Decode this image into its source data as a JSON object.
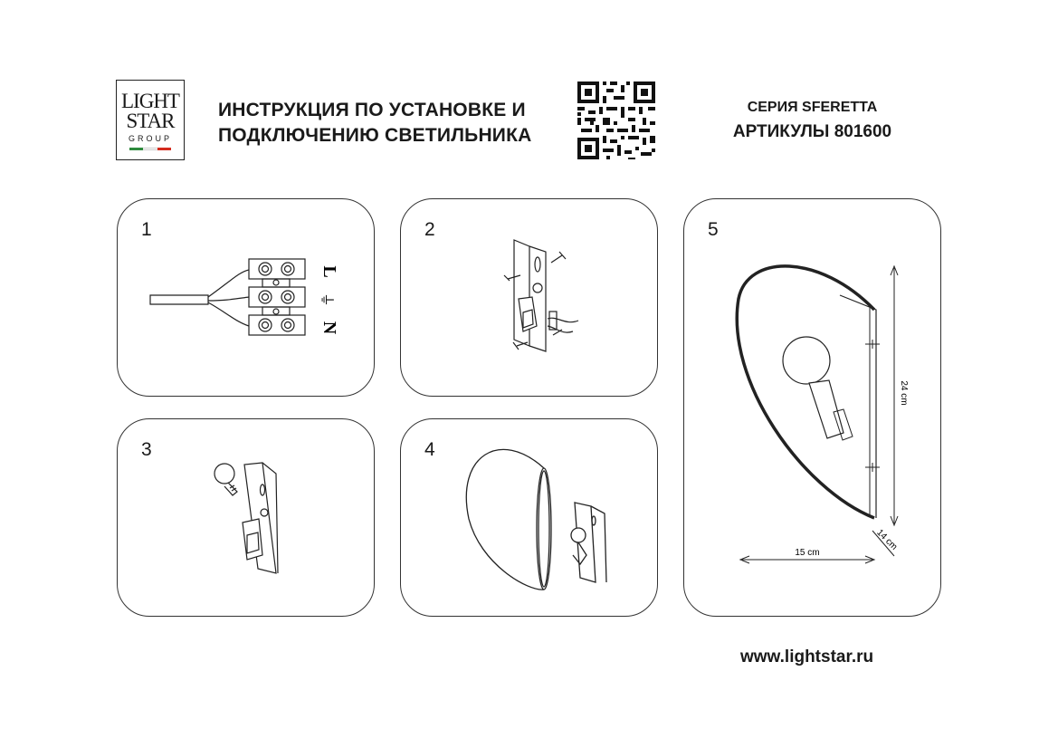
{
  "header": {
    "logo": {
      "line1": "LIGHT",
      "line2": "STAR",
      "line3": "GROUP",
      "flag_colors": [
        "#2e8b3d",
        "#ffffff",
        "#d52b1e"
      ]
    },
    "title_line1": "ИНСТРУКЦИЯ ПО УСТАНОВКЕ И",
    "title_line2": "ПОДКЛЮЧЕНИЮ СВЕТИЛЬНИКА",
    "series_line": "СЕРИЯ SFERETTA",
    "articles_line": "АРТИКУЛЫ 801600"
  },
  "steps": [
    {
      "number": "1",
      "labels": {
        "live": "L",
        "earth": "⏚",
        "neutral": "N"
      }
    },
    {
      "number": "2"
    },
    {
      "number": "3"
    },
    {
      "number": "4"
    },
    {
      "number": "5",
      "dimensions": {
        "height": "24 cm",
        "width": "15 cm",
        "depth": "14 cm"
      }
    }
  ],
  "footer": {
    "url": "www.lightstar.ru"
  }
}
